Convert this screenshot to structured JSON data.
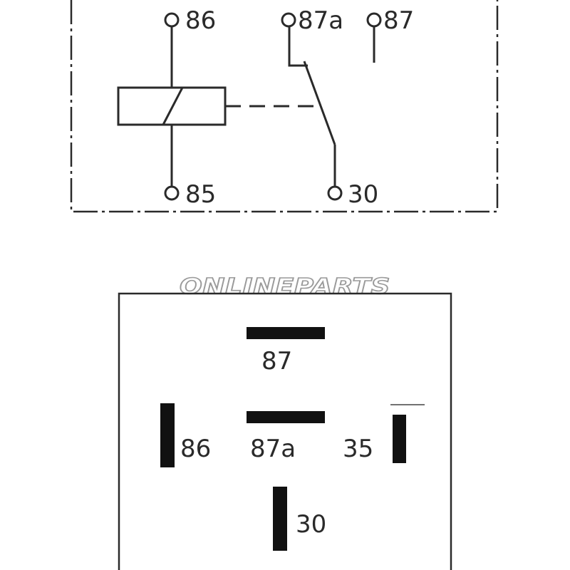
{
  "schematic": {
    "terminals": [
      "86",
      "87a",
      "87",
      "85",
      "30"
    ]
  },
  "watermark": "ONLINEPARTS",
  "pinout": {
    "pins": [
      "87",
      "87a",
      "86",
      "35",
      "30"
    ]
  },
  "colors": {
    "line": "#2a2a2a",
    "pin": "#111111",
    "watermark": "#9a9a9a",
    "background": "#ffffff"
  }
}
